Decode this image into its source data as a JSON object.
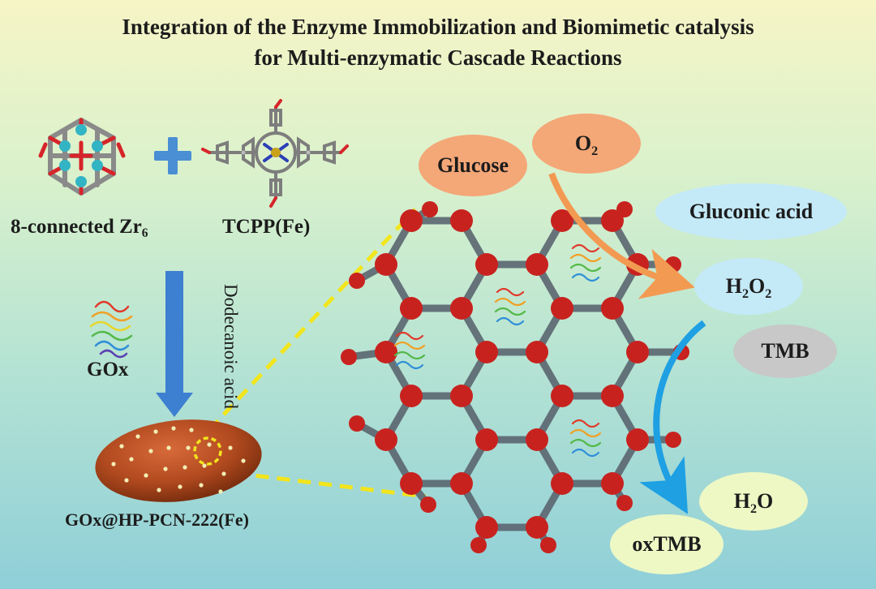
{
  "title": {
    "line1": "Integration of the Enzyme Immobilization and Biomimetic catalysis",
    "line2": "for Multi-enzymatic Cascade Reactions"
  },
  "labels": {
    "zr6_prefix": "8-connected Zr",
    "zr6_sub": "6",
    "tcpp": "TCPP(Fe)",
    "gox": "GOx",
    "dodecanoic": "Dodecanoic acid",
    "composite": "GOx@HP-PCN-222(Fe)"
  },
  "bubbles": {
    "glucose": "Glucose",
    "o2_main": "O",
    "o2_sub": "2",
    "gluconic": "Gluconic acid",
    "h2o2_h": "H",
    "h2o2_s1": "2",
    "h2o2_o": "O",
    "h2o2_s2": "2",
    "tmb": "TMB",
    "h2o_h": "H",
    "h2o_s": "2",
    "h2o_o": "O",
    "oxtmb": "oxTMB"
  },
  "colors": {
    "orange_bubble": "#f4a777",
    "blue_bubble": "#c4e9f7",
    "gray_bubble": "#c8c8c8",
    "green_bubble": "#eef8c5",
    "arrow_blue": "#3d7fd0",
    "arrow_orange": "#f39a52",
    "arrow_cyan": "#1ea0e3",
    "dashed_yellow": "#f2e51c",
    "mof_red": "#c8221f"
  }
}
